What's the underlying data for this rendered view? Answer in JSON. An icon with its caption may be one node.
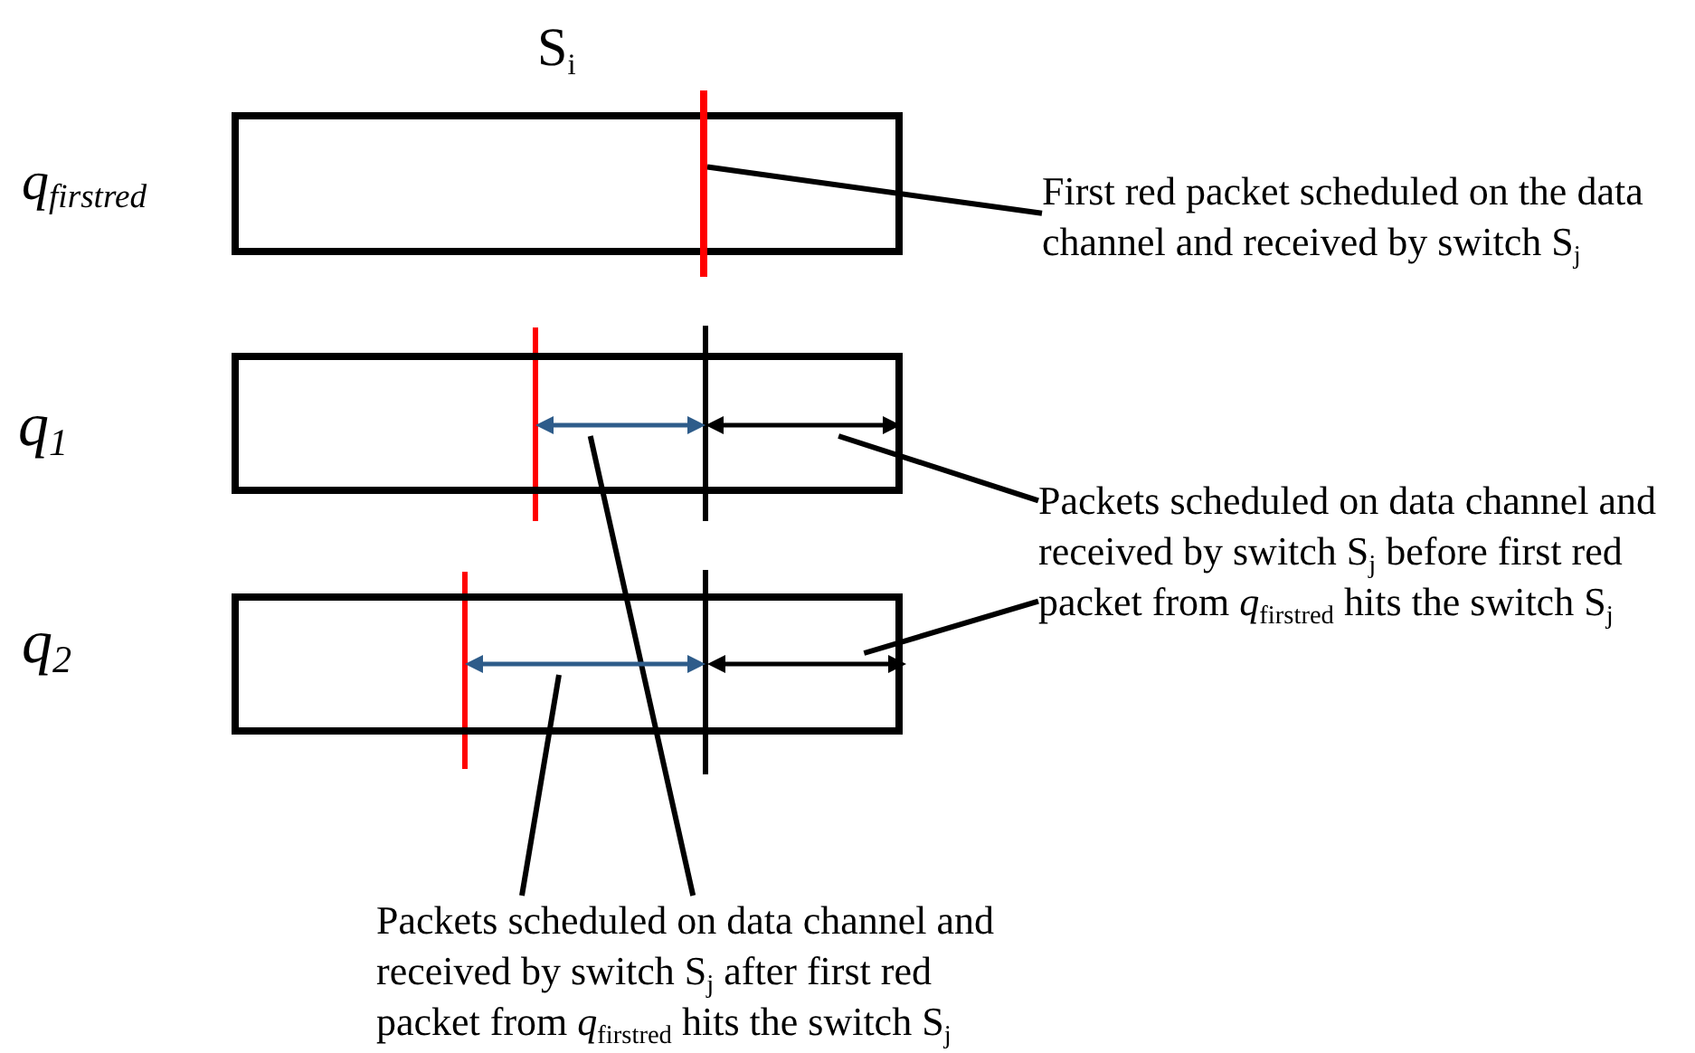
{
  "diagram": {
    "nodes": [
      {
        "text": [
          "q$_{firstred}$"
        ]
      },
      {
        "text": [
          "q$_{1}$"
        ]
      },
      {
        "text": [
          "q$_{2}$"
        ]
      },
      {
        "text": [
          "First red packet scheduled on the data channel and received by switch S$_{j}$"
        ]
      },
      {
        "text": [
          "Packets scheduled on data channel and received by switch S$_{j}$ before first red packet from *q*$_{firstred}$ hits the switch S$_{j}$"
        ]
      },
      {
        "text": [
          "Packets scheduled on data channel and received by switch S$_{j}$ after first red packet from *q*$_{firstred}$ hits the switch S$_{j}$"
        ]
      },
      {
        "text": [],
        "shape": "bar"
      },
      {
        "text": [],
        "shape": "arrow",
        "in": 1
      },
      {
        "text": [],
        "shape": "arrow",
        "in": 1
      },
      {
        "text": [],
        "shape": "arrow",
        "in": 2
      },
      {
        "text": [],
        "shape": "arrow",
        "in": 2
      }
    ],
    "edges": [
      {
        "from": 3,
        "to": 6,
        "arrow": "none"
      },
      {
        "from": 4,
        "to": 8,
        "arrow": "none"
      },
      {
        "from": 4,
        "to": 10,
        "arrow": "none"
      },
      {
        "from": 5,
        "to": 7,
        "arrow": "none"
      },
      {
        "from": 5,
        "to": 9,
        "arrow": "none"
      }
    ],
    "labels": [
      "S$_{i}$"
    ]
  }
}
